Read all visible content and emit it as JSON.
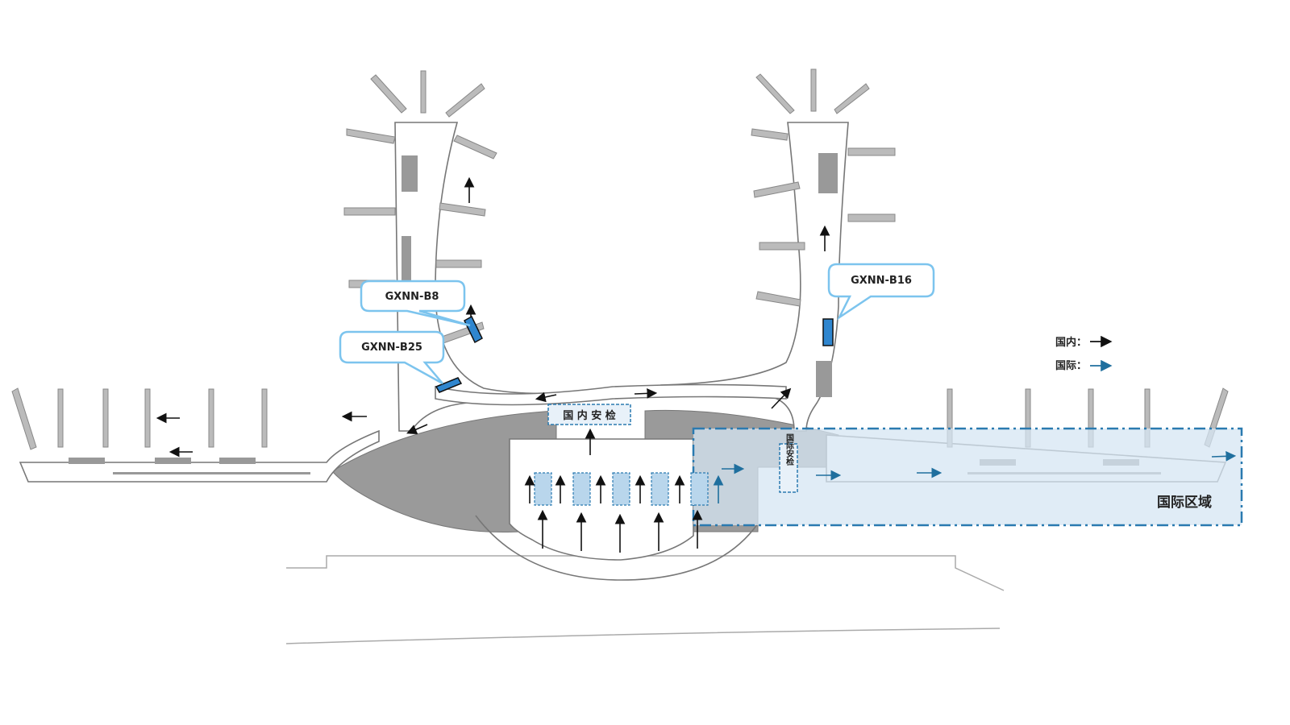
{
  "labels": {
    "domestic_security": "国 内 安 检",
    "intl_security": "国际安检",
    "intl_zone": "国际区域"
  },
  "callouts": {
    "b8": "GXNN-B8",
    "b25": "GXNN-B25",
    "b16": "GXNN-B16"
  },
  "legend": {
    "domestic": "国内：",
    "international": "国际：",
    "domestic_color": "#111111",
    "international_color": "#1f6f9e"
  },
  "colors": {
    "building_outline": "#777777",
    "floor_fill": "#ffffff",
    "gray_area": "#9a9a9a",
    "intl_zone_fill": "#d6e6f3",
    "intl_zone_border": "#2a7ab0",
    "callout_border": "#7cc4ee",
    "ad_spot": "#2f86cf"
  }
}
